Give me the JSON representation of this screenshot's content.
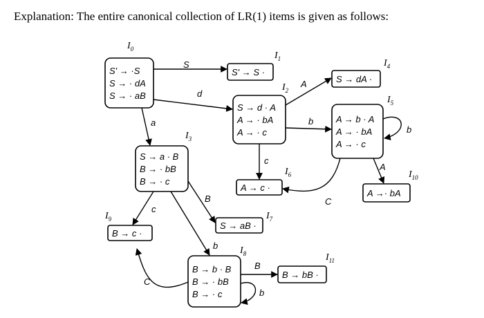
{
  "heading": "Explanation: The entire canonical collection of LR(1) items is given as follows:",
  "states": {
    "I0": {
      "name": "I",
      "sub": "0",
      "items": [
        "S' → ·S",
        "S → · dA",
        "S → · aB"
      ]
    },
    "I1": {
      "name": "I",
      "sub": "1",
      "items": [
        "S' → S ·"
      ]
    },
    "I2": {
      "name": "I",
      "sub": "2",
      "items": [
        "S → d · A",
        "A → · bA",
        "A → · c"
      ]
    },
    "I3": {
      "name": "I",
      "sub": "3",
      "items": [
        "S → a · B",
        "B → · bB",
        "B → · c"
      ]
    },
    "I4": {
      "name": "I",
      "sub": "4",
      "items": [
        "S → dA ·"
      ]
    },
    "I5": {
      "name": "I",
      "sub": "5",
      "items": [
        "A → b · A",
        "A → · bA",
        "A → · c"
      ]
    },
    "I6": {
      "name": "I",
      "sub": "6",
      "items": [
        "A → c ·"
      ]
    },
    "I7": {
      "name": "I",
      "sub": "7",
      "items": [
        "S → aB ·"
      ]
    },
    "I8": {
      "name": "I",
      "sub": "8",
      "items": [
        "B → b · B",
        "B → · bB",
        "B → · c"
      ]
    },
    "I9": {
      "name": "I",
      "sub": "9",
      "items": [
        "B → c ·"
      ]
    },
    "I10": {
      "name": "I",
      "sub": "10",
      "items": [
        "A →· bA"
      ]
    },
    "I11": {
      "name": "I",
      "sub": "11",
      "items": [
        "B → bB ·"
      ]
    }
  },
  "transitions": [
    {
      "from": "I0",
      "to": "I1",
      "symbol": "S"
    },
    {
      "from": "I0",
      "to": "I2",
      "symbol": "d"
    },
    {
      "from": "I0",
      "to": "I3",
      "symbol": "a"
    },
    {
      "from": "I2",
      "to": "I4",
      "symbol": "A"
    },
    {
      "from": "I2",
      "to": "I5",
      "symbol": "b"
    },
    {
      "from": "I2",
      "to": "I6",
      "symbol": "c"
    },
    {
      "from": "I5",
      "to": "I5",
      "symbol": "b"
    },
    {
      "from": "I5",
      "to": "I10",
      "symbol": "A"
    },
    {
      "from": "I5",
      "to": "I6",
      "symbol": "C"
    },
    {
      "from": "I3",
      "to": "I7",
      "symbol": "B"
    },
    {
      "from": "I3",
      "to": "I9",
      "symbol": "c"
    },
    {
      "from": "I3",
      "to": "I8",
      "symbol": "b"
    },
    {
      "from": "I8",
      "to": "I11",
      "symbol": "B"
    },
    {
      "from": "I8",
      "to": "I8",
      "symbol": "b"
    },
    {
      "from": "I8",
      "to": "I9",
      "symbol": "C"
    }
  ]
}
